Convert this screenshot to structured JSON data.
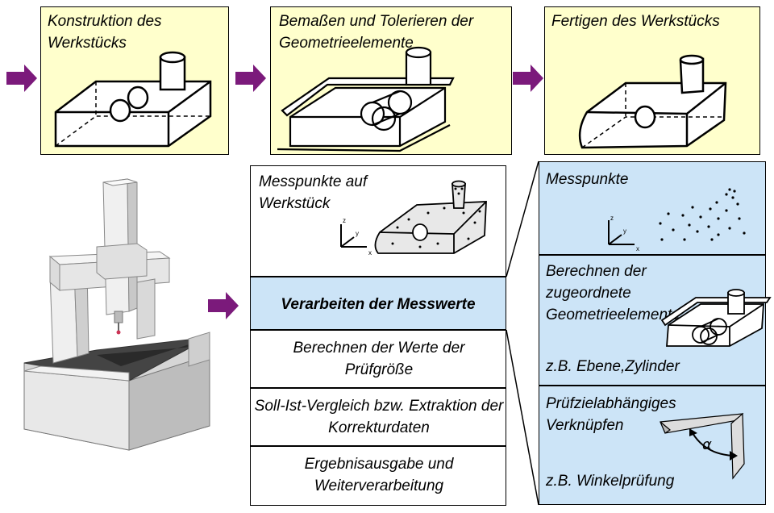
{
  "top": {
    "step1": "Konstruktion des Werkstücks",
    "step2": "Bemaßen und Tolerieren der Geometrieelemente",
    "step3": "Fertigen des Werkstücks"
  },
  "middle": {
    "measure_points": "Messpunkte auf Werkstück",
    "processing": "Verarbeiten der Messwerte",
    "compute_values": "Berechnen der Werte der Prüfgröße",
    "comparison": "Soll-Ist-Vergleich bzw. Extraktion der Korrekturdaten",
    "output": "Ergebnisausgabe und Weiterverarbeitung"
  },
  "right": {
    "points_title": "Messpunkte",
    "compute_elements": "Berechnen der zugeordnete Geometrieelemente,",
    "example_elements": "z.B. Ebene,Zylinder",
    "linking": "Prüfzielabhängiges Verknüpfen",
    "example_angle": "z.B. Winkelprüfung",
    "angle_symbol": "α"
  },
  "axes": {
    "x": "x",
    "y": "y",
    "z": "z"
  },
  "colors": {
    "arrow": "#7b1a7b",
    "yellow": "#ffffcc",
    "blue": "#cce4f7"
  }
}
